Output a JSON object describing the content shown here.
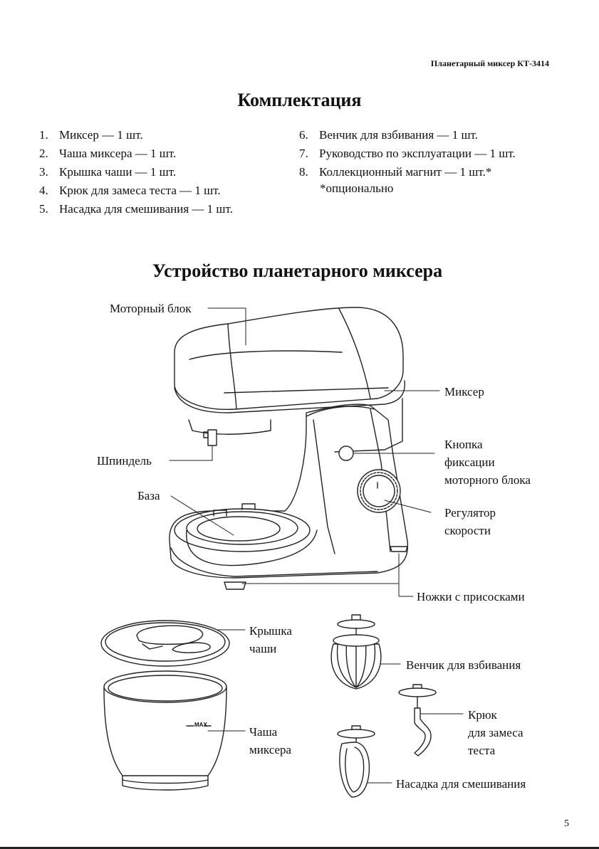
{
  "header": {
    "title": "Планетарный миксер КТ-3414"
  },
  "sections": {
    "contents_title": "Комплектация",
    "device_title": "Устройство планетарного миксера"
  },
  "contents": {
    "left": [
      {
        "num": "1.",
        "text": "Миксер — 1 шт."
      },
      {
        "num": "2.",
        "text": "Чаша миксера — 1 шт."
      },
      {
        "num": "3.",
        "text": "Крышка чаши — 1 шт."
      },
      {
        "num": "4.",
        "text": "Крюк для замеса теста — 1 шт."
      },
      {
        "num": "5.",
        "text": "Насадка для смешивания — 1 шт."
      }
    ],
    "right": [
      {
        "num": "6.",
        "text": "Венчик для взбивания — 1 шт."
      },
      {
        "num": "7.",
        "text": "Руководство по эксплуатации — 1 шт."
      },
      {
        "num": "8.",
        "text": "Коллекционный магнит — 1 шт.*"
      }
    ],
    "note": "*опционально"
  },
  "labels": {
    "motor_block": "Моторный блок",
    "mixer": "Миксер",
    "lock_button_1": "Кнопка",
    "lock_button_2": "фиксации",
    "lock_button_3": "моторного блока",
    "spindle": "Шпиндель",
    "base": "База",
    "speed_1": "Регулятор",
    "speed_2": "скорости",
    "feet": "Ножки с присосками",
    "lid_1": "Крышка",
    "lid_2": "чаши",
    "whisk": "Венчик для взбивания",
    "hook_1": "Крюк",
    "hook_2": "для замеса",
    "hook_3": "теста",
    "bowl_1": "Чаша",
    "bowl_2": "миксера",
    "beater": "Насадка для смешивания",
    "bowl_max": "MAX"
  },
  "footer": {
    "page_number": "5"
  }
}
